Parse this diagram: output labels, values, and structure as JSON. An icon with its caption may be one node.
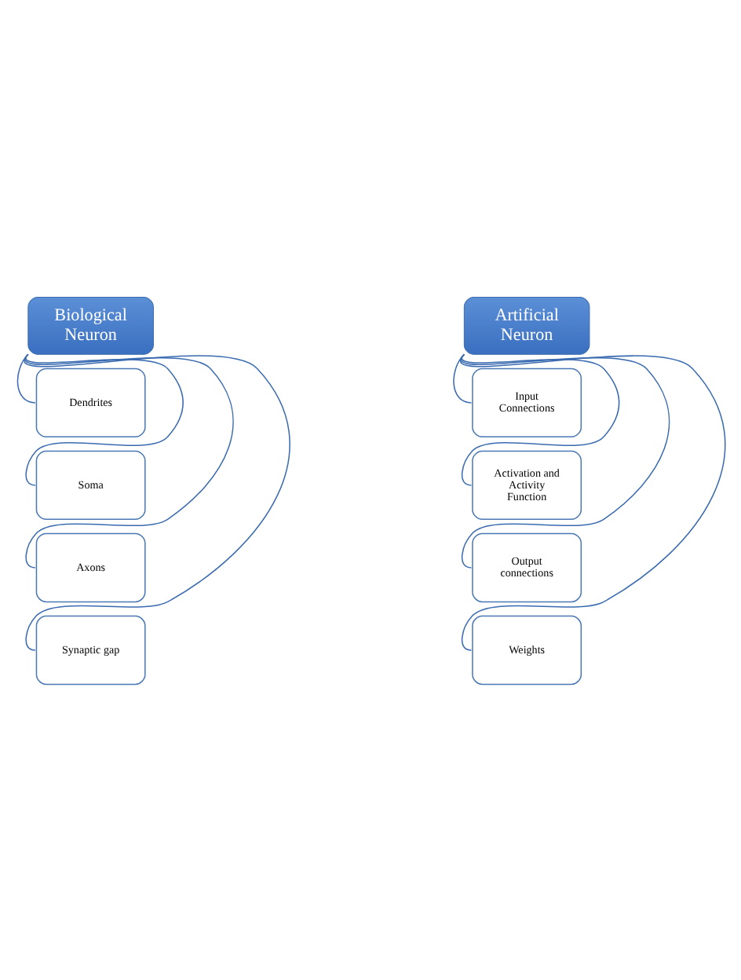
{
  "diagram": {
    "nodes": [
      {
        "text": [
          "Biological Neuron"
        ]
      },
      {
        "text": [
          "Dendrites"
        ]
      },
      {
        "text": [
          "Soma"
        ]
      },
      {
        "text": [
          "Axons"
        ]
      },
      {
        "text": [
          "Synaptic gap"
        ]
      },
      {
        "text": [
          "Artificial Neuron"
        ]
      },
      {
        "text": [
          "Input Connections"
        ]
      },
      {
        "text": [
          "Activation and Activity Function"
        ]
      },
      {
        "text": [
          "Output connections"
        ]
      },
      {
        "text": [
          "Weights"
        ]
      }
    ],
    "edges": [
      {
        "from": 0,
        "to": 1,
        "arrow": "none"
      },
      {
        "from": 0,
        "to": 2,
        "arrow": "none"
      },
      {
        "from": 0,
        "to": 3,
        "arrow": "none"
      },
      {
        "from": 0,
        "to": 4,
        "arrow": "none"
      },
      {
        "from": 5,
        "to": 6,
        "arrow": "none"
      },
      {
        "from": 5,
        "to": 7,
        "arrow": "none"
      },
      {
        "from": 5,
        "to": 8,
        "arrow": "none"
      },
      {
        "from": 5,
        "to": 9,
        "arrow": "none"
      }
    ]
  }
}
